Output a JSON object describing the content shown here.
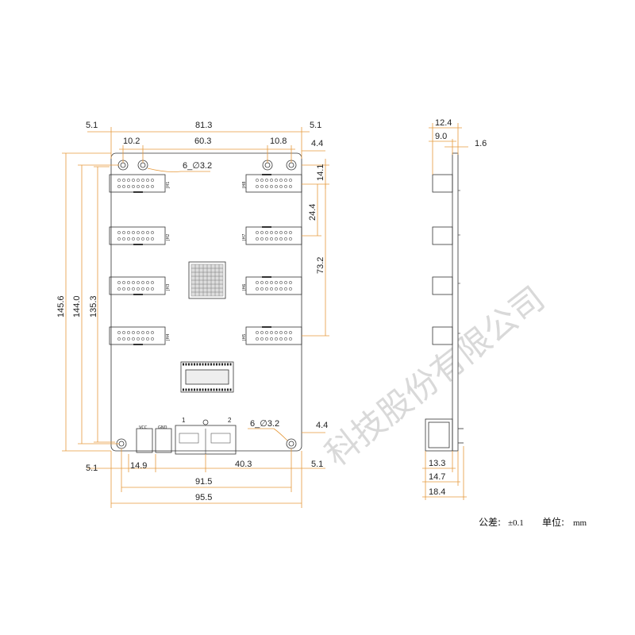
{
  "front_view": {
    "dims_top": {
      "left_margin": "5.1",
      "right_margin": "5.1",
      "hole_span": "81.3",
      "left_hole": "10.2",
      "center": "60.3",
      "right_hole": "10.8",
      "corner": "4.4"
    },
    "hole_top": "6_∅3.2",
    "hole_bottom": "6_∅3.2",
    "dims_left": {
      "total": "145.6",
      "hole_span": "144.0",
      "inner": "135.3"
    },
    "dims_right": {
      "top": "14.1",
      "pitch": "24.4",
      "span": "73.2",
      "bottom_corner": "4.4"
    },
    "dims_bottom": {
      "left_margin": "5.1",
      "right_margin": "5.1",
      "power": "14.9",
      "port": "40.3",
      "hole_span": "91.5",
      "total": "95.5"
    },
    "left_headers": [
      "JH1",
      "JH2",
      "JH3",
      "JH4"
    ],
    "right_headers": [
      "JH8",
      "JH7",
      "JH6",
      "JH5"
    ],
    "power_labels": {
      "vcc": "VCC",
      "gnd": "GND"
    },
    "port_labels": {
      "port1": "1",
      "port2": "2"
    }
  },
  "side_view": {
    "dims_top": {
      "overall": "12.4",
      "inner": "9.0",
      "board": "1.6"
    },
    "dims_bottom": {
      "a": "13.3",
      "b": "14.7",
      "c": "18.4"
    }
  },
  "notes": {
    "tolerance_label": "公差:",
    "tolerance_value": "±0.1",
    "unit_label": "单位:",
    "unit_value": "mm"
  },
  "watermark": "科技股份有限公司",
  "colors": {
    "dimension": "#e69a3c",
    "outline": "#333333",
    "board": "#ffffff",
    "watermark": "#d9d9d9"
  }
}
